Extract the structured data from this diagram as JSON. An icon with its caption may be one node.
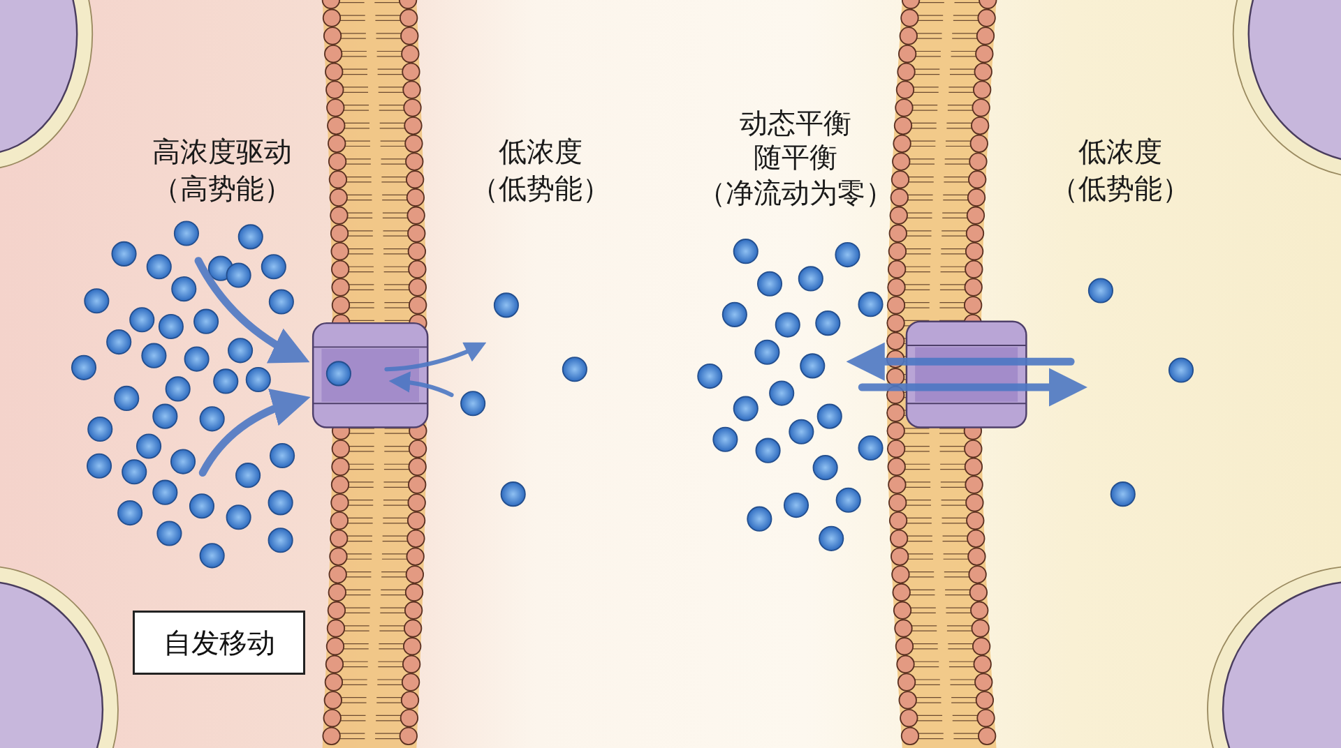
{
  "diagram": {
    "nodes": [
      {
        "text": [
          "自发移动"
        ]
      }
    ],
    "labels": [
      "高浓度驱动",
      "（高势能）",
      "低浓度",
      "（低势能）",
      "动态平衡",
      "随平衡",
      "（净流动为零）",
      "低浓度",
      "（低势能）"
    ]
  }
}
